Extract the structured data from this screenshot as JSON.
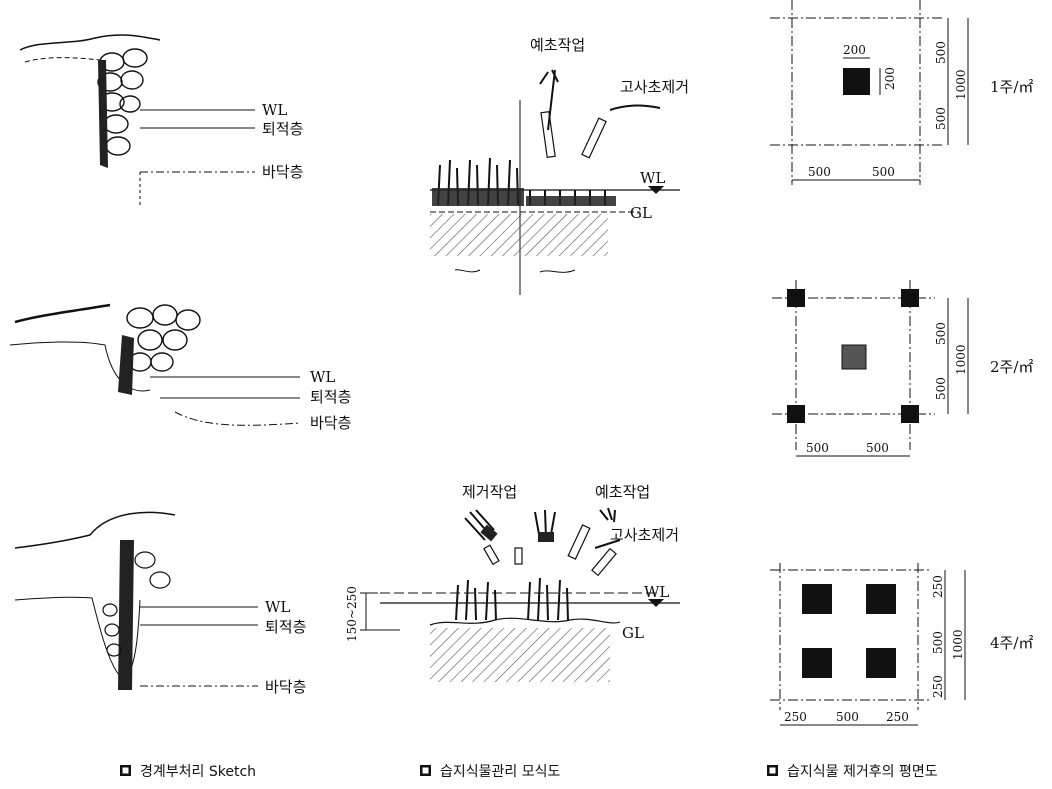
{
  "boundary": {
    "wl": "WL",
    "sediment": "퇴적층",
    "bottom": "바닥층",
    "caption": "경계부처리 Sketch"
  },
  "management": {
    "mowing": "예초작업",
    "dead_removal": "고사초제거",
    "removal_work": "제거작업",
    "wl": "WL",
    "gl": "GL",
    "depth_range": "150~250",
    "caption": "습지식물관리 모식도"
  },
  "plan": {
    "caption": "습지식물 제거후의 평면도",
    "plan1": {
      "density": "1주/㎡",
      "d_plant": "200",
      "d_plant_v": "200",
      "d_top": "500",
      "d_bottom": "500",
      "d_total": "1000",
      "d_left": "500",
      "d_right": "500"
    },
    "plan2": {
      "density": "2주/㎡",
      "d_top": "500",
      "d_bottom": "500",
      "d_total": "1000",
      "d_left": "500",
      "d_right": "500"
    },
    "plan4": {
      "density": "4주/㎡",
      "d_top": "250",
      "d_mid": "500",
      "d_bottom": "250",
      "d_total": "1000",
      "d_left": "250",
      "d_center": "500",
      "d_right": "250"
    }
  },
  "colors": {
    "ink": "#111111",
    "hatch": "#555555",
    "background": "#ffffff"
  },
  "icons": {
    "caption_marker": "black-square-bullet"
  }
}
